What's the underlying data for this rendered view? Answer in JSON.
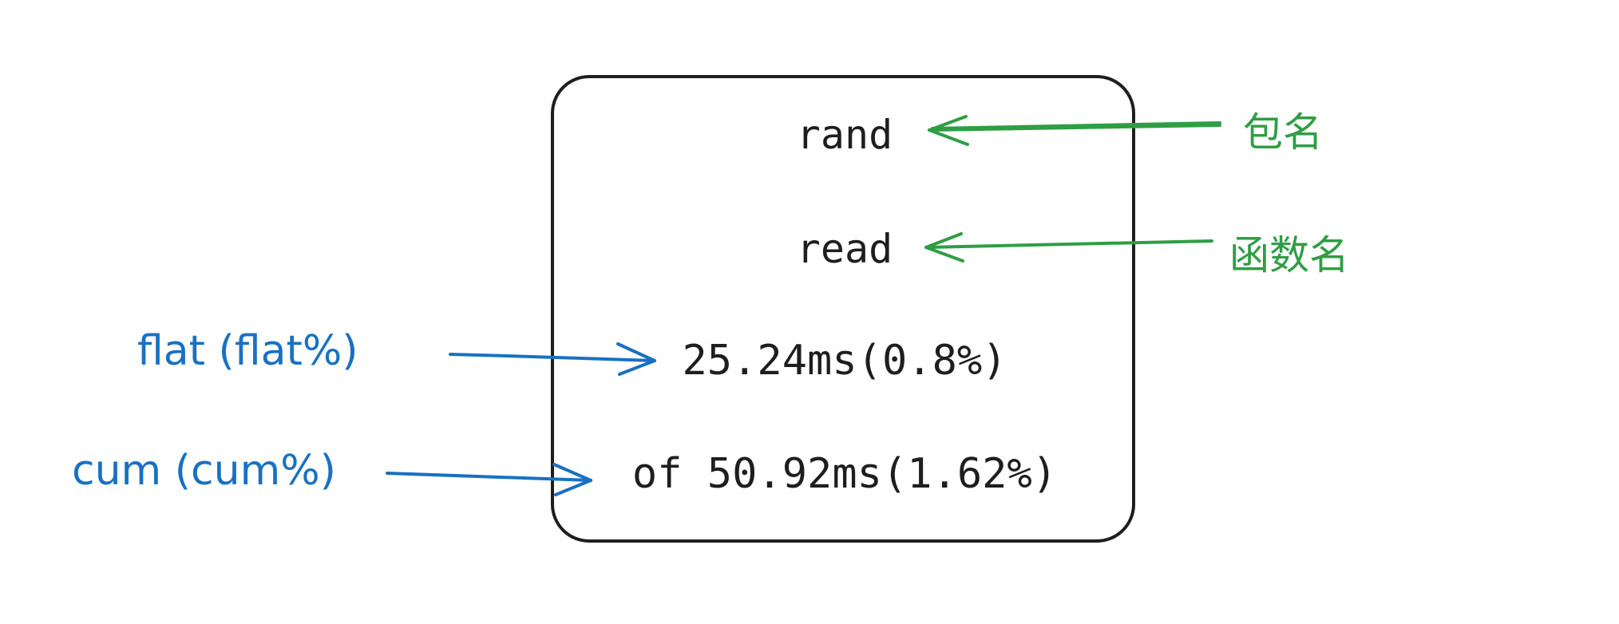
{
  "node": {
    "package_name": "rand",
    "function_name": "read",
    "flat_value": "25.24ms(0.8%)",
    "cum_value": "of 50.92ms(1.62%)"
  },
  "annotations": {
    "package_label": "包名",
    "function_label": "函数名",
    "flat_label": "flat (flat%)",
    "cum_label": "cum (cum%)"
  },
  "colors": {
    "box_stroke": "#1e1e1e",
    "green_annotation": "#2f9e44",
    "blue_annotation": "#1971c2"
  }
}
